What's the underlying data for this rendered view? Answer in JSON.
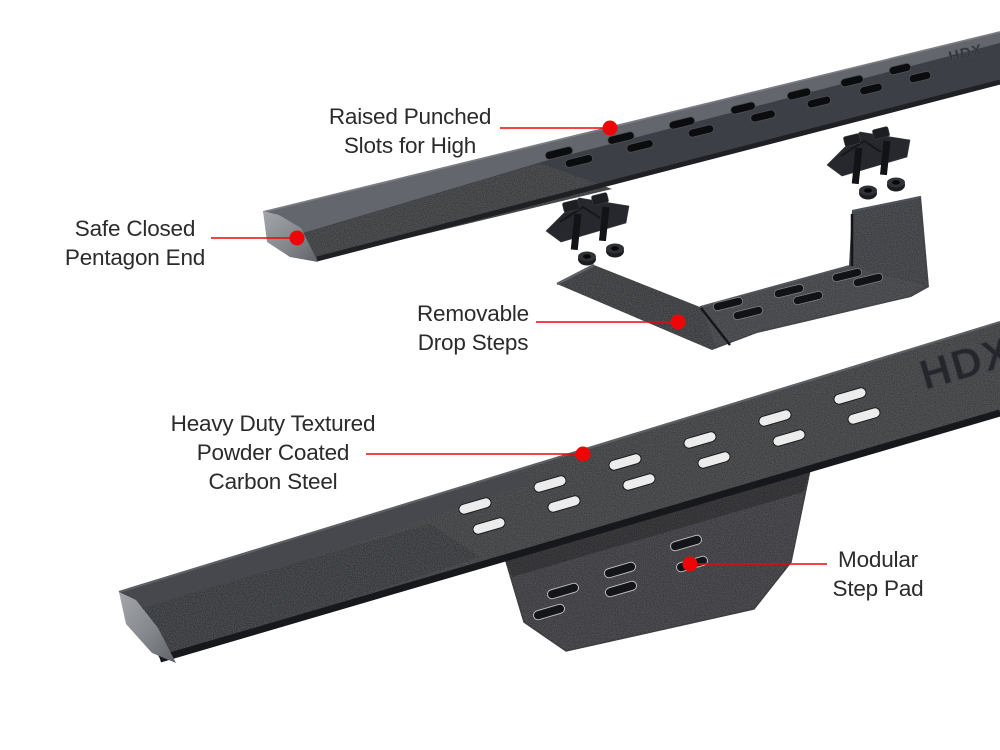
{
  "colors": {
    "background": "#ffffff",
    "callout_red": "#ee0606",
    "label_text": "#2b2b2b",
    "steel_dark": "#2b2d32",
    "steel_mid": "#3c3f45",
    "steel_light": "#9a9da2"
  },
  "product": {
    "embossed_logo": "HDX"
  },
  "callouts": [
    {
      "id": "raised-punched-slots",
      "lines": [
        "Raised Punched",
        "Slots for High"
      ]
    },
    {
      "id": "safe-closed-pentagon-end",
      "lines": [
        "Safe Closed",
        "Pentagon End"
      ]
    },
    {
      "id": "removable-drop-steps",
      "lines": [
        "Removable",
        "Drop Steps"
      ]
    },
    {
      "id": "heavy-duty-steel",
      "lines": [
        "Heavy Duty Textured",
        "Powder Coated",
        "Carbon Steel"
      ]
    },
    {
      "id": "modular-step-pad",
      "lines": [
        "Modular",
        "Step Pad"
      ]
    }
  ]
}
